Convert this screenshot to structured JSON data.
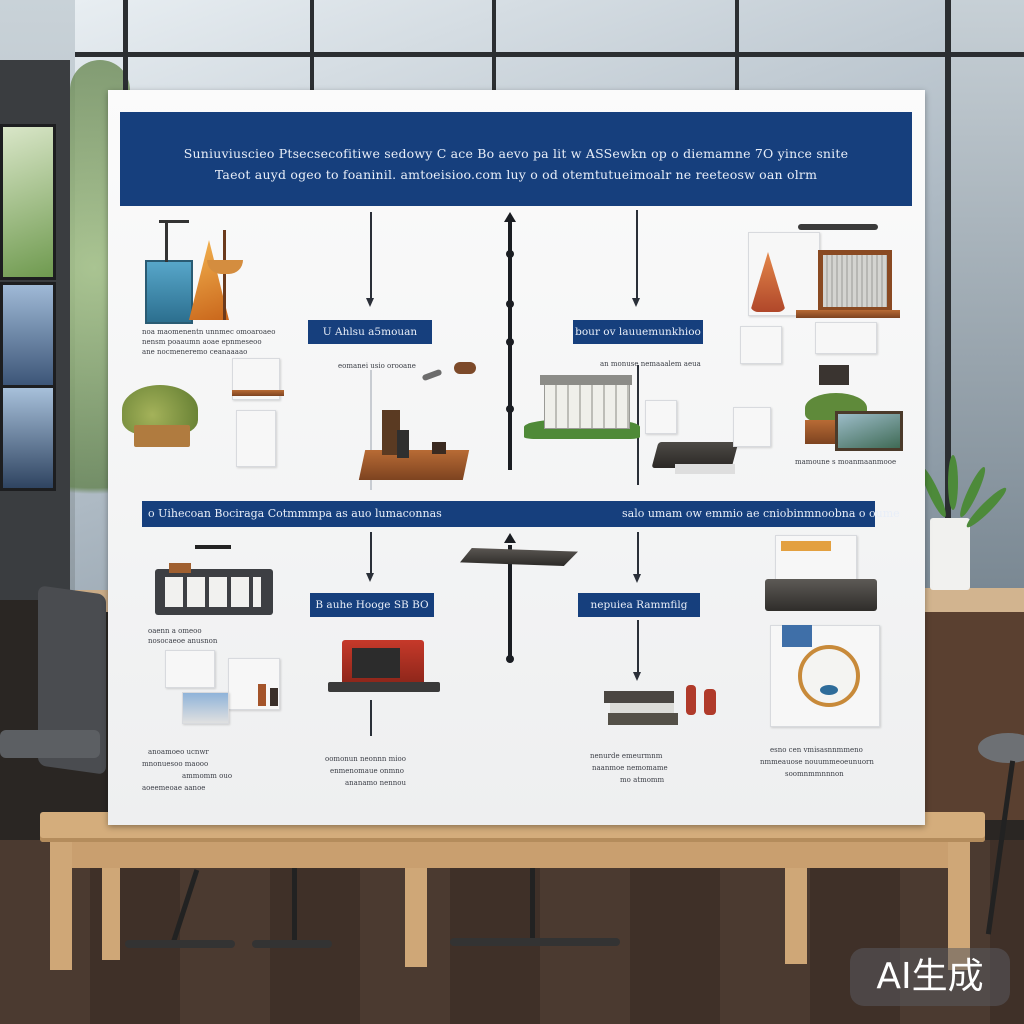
{
  "board": {
    "title_line_1": "Suniuviuscieo Ptsecsecofitiwe sedowy C ace Bo aevo pa lit w ASSewkn op o diemamne 7O yince snite",
    "title_line_2": "Taeot auyd ogeo to foaninil. amtoeisioo.com luy o od otemtutueimoalr ne reeteosw oan olrm",
    "mid_bar_left": "o Uihecoan Bociraga Cotmmmpa as auo lumaconnas",
    "mid_bar_right": "salo umam ow  emmio ae  cniobinmnoobna o oume",
    "labels": {
      "top_left": "U Ahlsu  a5mouan",
      "top_right": "bour ov lauuemunkhioo",
      "bottom_left": "B auhe Hooge SB BO",
      "bottom_right": "nepuiea Rammfilg"
    },
    "captions": {
      "c1": "noa maomenentn unnmec omoaroaeo",
      "c2": "nensm poaaumn aoae epnmeseoo",
      "c3": "ane nocmeneremo ceanaaaao",
      "c4": "eomanei usio orooane",
      "c5": "an monuse nemaaalem aeua",
      "c6": "mamoune s moanmaanmooe",
      "c7": "oaenn a omeoo",
      "c8": "nosocaeoe anusnon",
      "c9": "anoamoeo ucnwr",
      "c10": "mnonuesoo maooo",
      "c11": "ammomm ouo",
      "c12": "aoeemeoae aanoe",
      "c13": "oomonun neonnn mioo",
      "c14": "enmenomaue onmno",
      "c15": "ananamo  nennou",
      "c16": "nenurde emeurmnm",
      "c17": "naanmoe nemomame",
      "c18": "mo atmomm",
      "c19": "esno  cen  vmisasnnmmeno",
      "c20": "nmmeauose nouummeoeunuorn",
      "c21": "soomnmmnnnon"
    }
  },
  "watermark": "AI生成",
  "colors": {
    "banner": "#163f7d",
    "board": "#f6f6f6",
    "bench": "#d4ad7c"
  }
}
